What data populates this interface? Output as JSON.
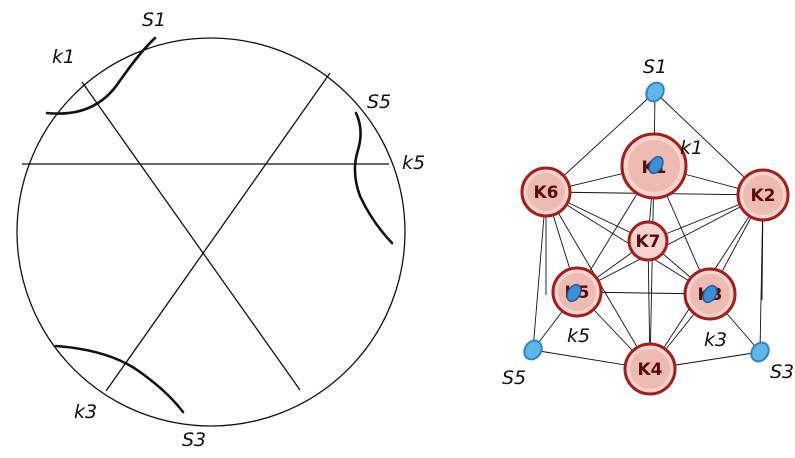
{
  "colors": {
    "ink": "#111111",
    "node_fill": "#f6d3cc",
    "node_stroke": "#a31d1d",
    "node_text": "#5a0b0b",
    "point_fill": "#5fb6ea",
    "point_stroke": "#2a86c8"
  },
  "left_diagram": {
    "labels": {
      "s1": "S1",
      "s5": "S5",
      "s3": "S3",
      "k1": "k1",
      "k5": "k5",
      "k3": "k3"
    }
  },
  "right_diagram": {
    "labels": {
      "s1": "S1",
      "s5": "S5",
      "s3": "S3",
      "k1": "k1",
      "k5": "k5",
      "k3": "k3"
    },
    "nodes": {
      "k1": "K1",
      "k2": "K2",
      "k3": "K3",
      "k4": "K4",
      "k5": "K5",
      "k6": "K6",
      "k7": "K7"
    }
  }
}
